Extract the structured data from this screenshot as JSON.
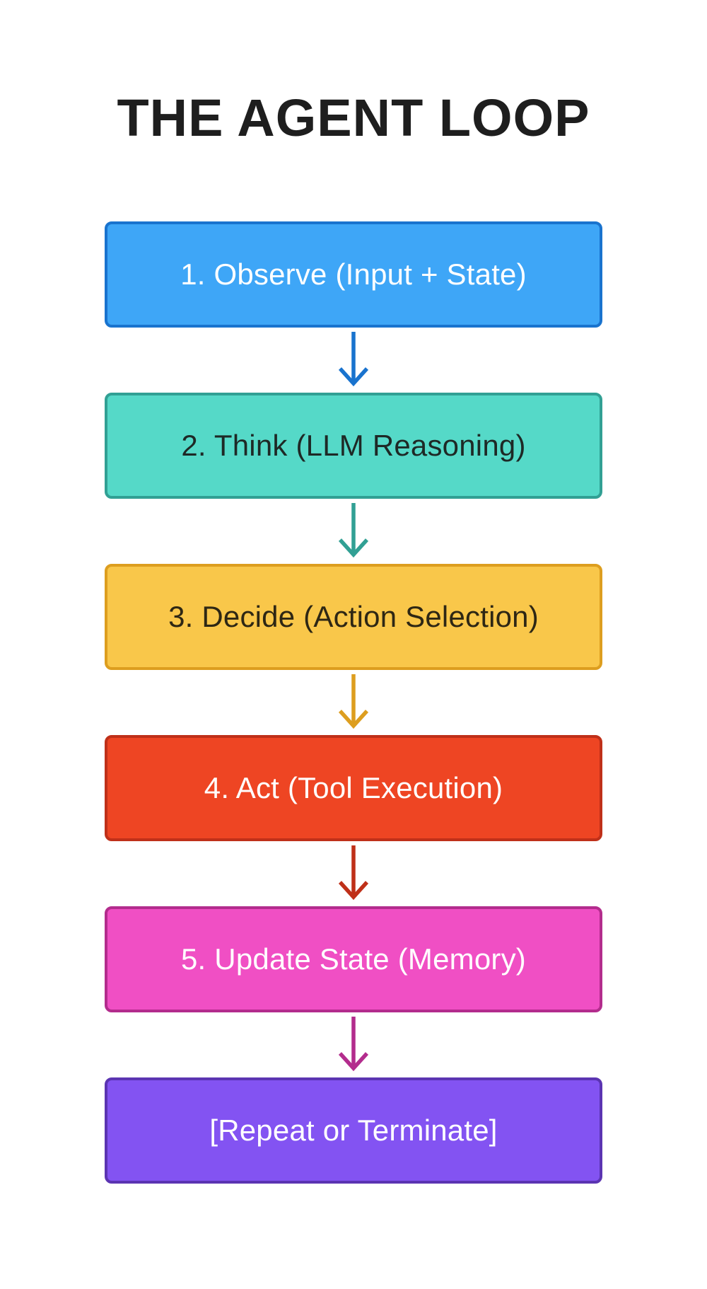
{
  "title": "THE AGENT LOOP",
  "background": "#FFFFFF",
  "title_color": "#1E1E1E",
  "diagram": {
    "type": "vertical-flowchart",
    "steps": [
      {
        "label": "1. Observe (Input + State)",
        "fill": "#3EA6F7",
        "border": "#1973CE",
        "text_color": "#FFFFFF",
        "arrow_color": "#1973CE"
      },
      {
        "label": "2. Think (LLM Reasoning)",
        "fill": "#55D9C8",
        "border": "#31A094",
        "text_color": "#1E2926",
        "arrow_color": "#31A094"
      },
      {
        "label": "3. Decide (Action Selection)",
        "fill": "#F9C74A",
        "border": "#DD9E1F",
        "text_color": "#2E2714",
        "arrow_color": "#DD9E1F"
      },
      {
        "label": "4. Act (Tool Execution)",
        "fill": "#EE4523",
        "border": "#BF3019",
        "text_color": "#FFFFFF",
        "arrow_color": "#BF3019"
      },
      {
        "label": "5. Update State (Memory)",
        "fill": "#F04FC4",
        "border": "#B32C8D",
        "text_color": "#FFFFFF",
        "arrow_color": "#B32C8D"
      },
      {
        "label": "[Repeat or Terminate]",
        "fill": "#8353F2",
        "border": "#5B34B2",
        "text_color": "#FFFFFF",
        "arrow_color": null
      }
    ]
  }
}
